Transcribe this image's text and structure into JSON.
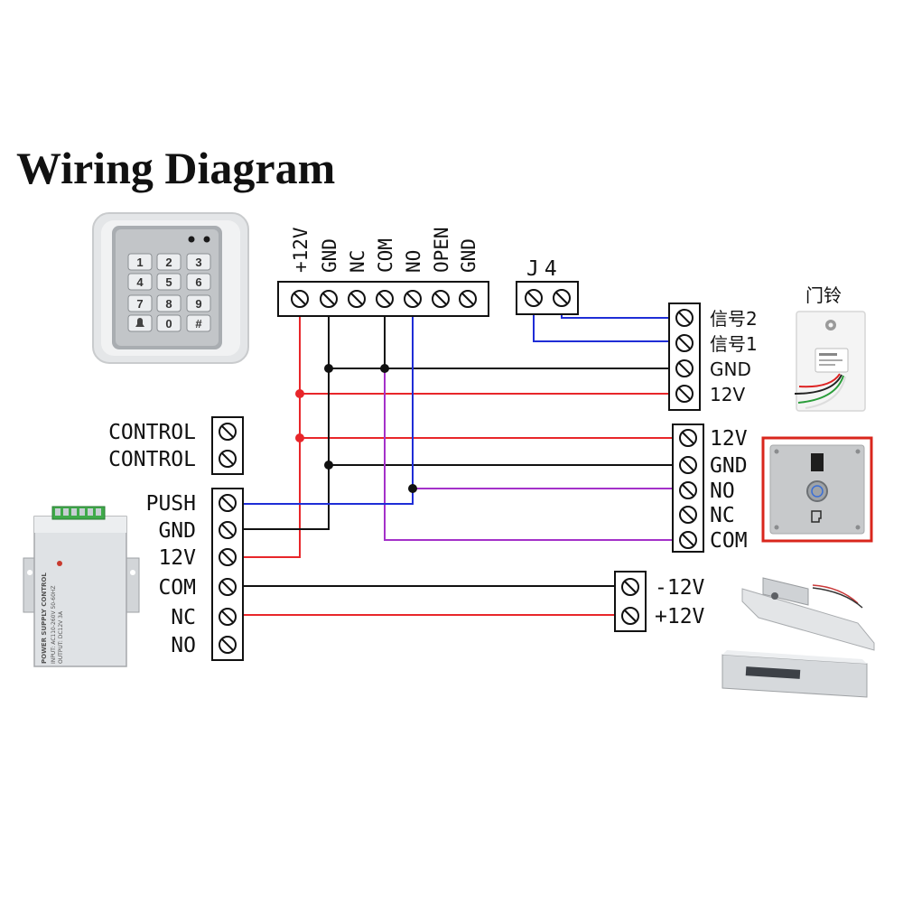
{
  "title": "Wiring Diagram",
  "colors": {
    "red": "#e8262a",
    "black": "#111111",
    "blue": "#1f2dd6",
    "purple": "#a431c9",
    "frame_red": "#d9261c",
    "metal": "#c7c9cb"
  },
  "keypad": {
    "keys": [
      "1",
      "2",
      "3",
      "4",
      "5",
      "6",
      "7",
      "8",
      "9",
      "bell-icon",
      "0",
      "#"
    ],
    "top_terminal_labels": [
      "+12V",
      "GND",
      "NC",
      "COM",
      "NO",
      "OPEN",
      "GND"
    ]
  },
  "j4": {
    "label": "J4"
  },
  "doorbell": {
    "title": "门铃",
    "terminal_labels": [
      "信号2",
      "信号1",
      "GND",
      "12V"
    ]
  },
  "exit_button": {
    "terminal_labels": [
      "12V",
      "GND",
      "NO",
      "NC",
      "COM"
    ]
  },
  "power_supply": {
    "control_labels": [
      "CONTROL",
      "CONTROL"
    ],
    "terminal_labels": [
      "PUSH",
      "GND",
      "12V",
      "COM",
      "NC",
      "NO"
    ],
    "side_text": "POWER SUPPLY CONTROL",
    "input_text": "INPUT: AC110-260V 50-60HZ",
    "output_text": "OUTPUT: DC12V 3A"
  },
  "lock": {
    "terminal_labels": [
      "-12V",
      "+12V"
    ]
  }
}
